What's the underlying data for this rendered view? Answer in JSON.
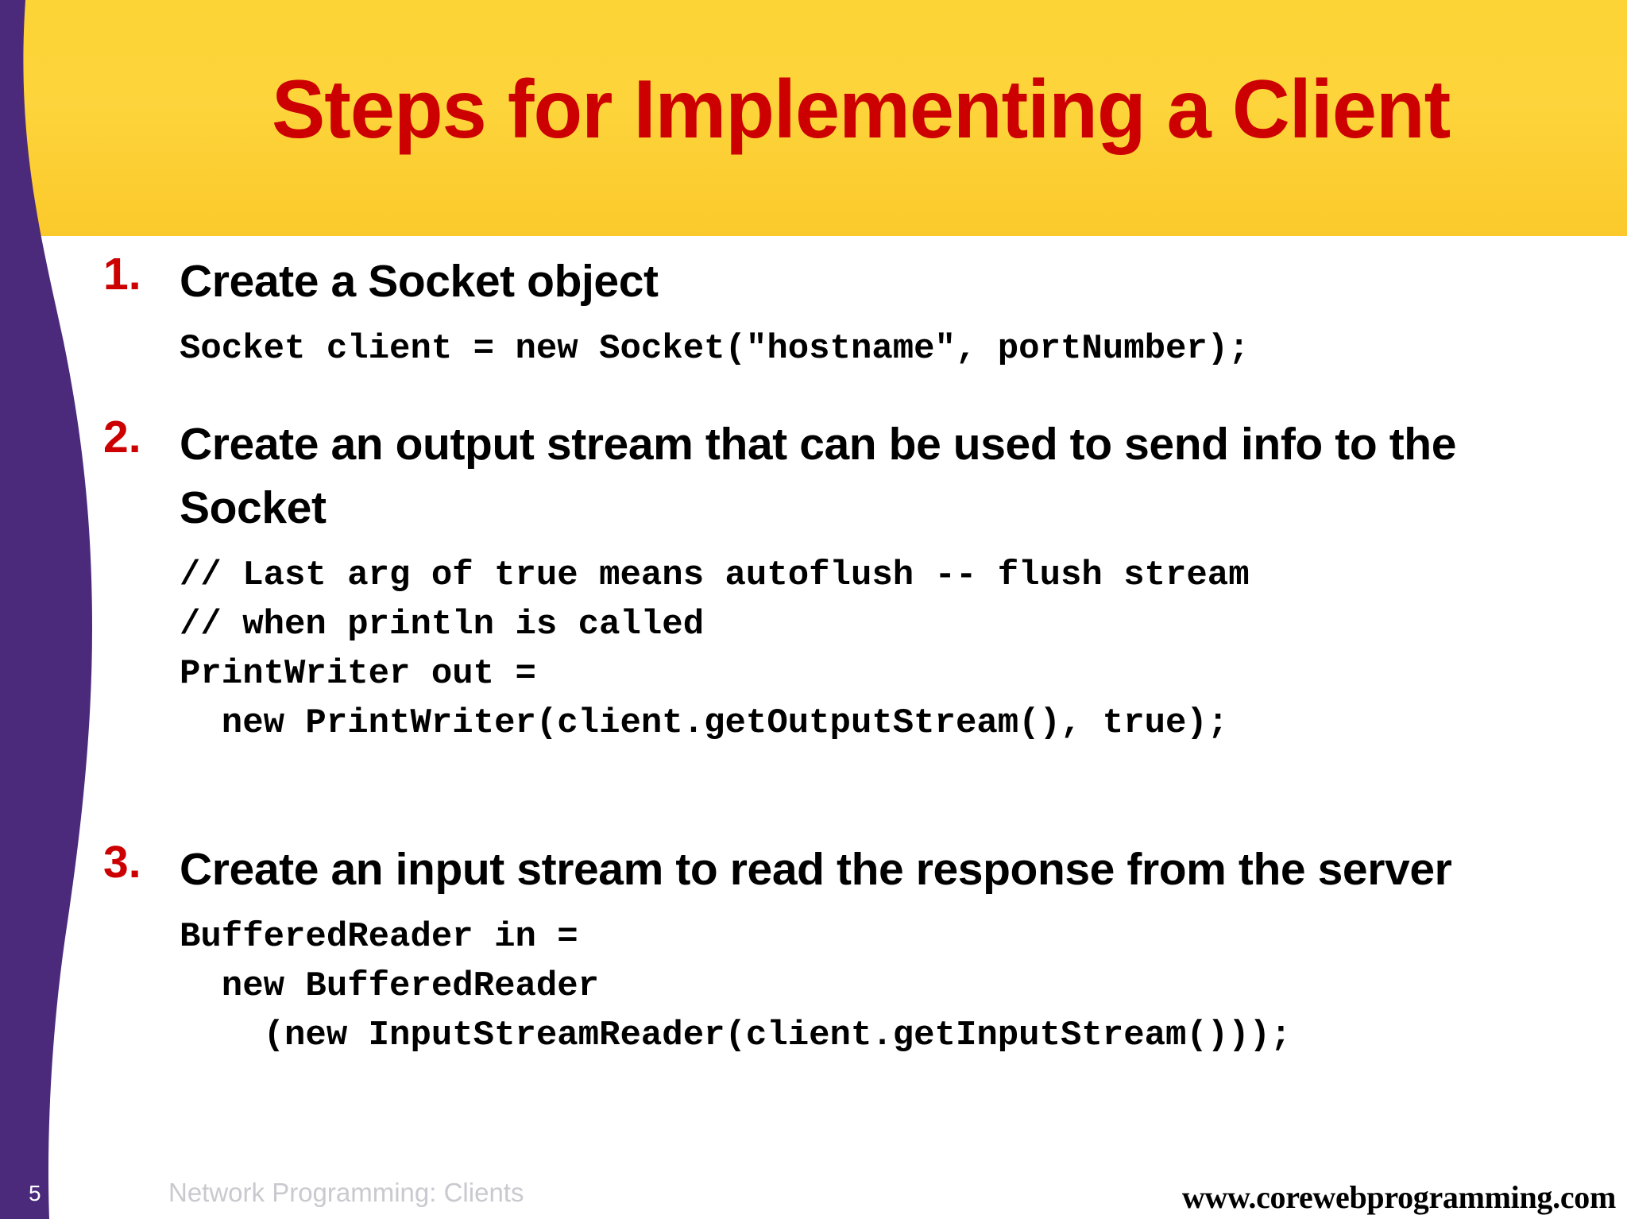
{
  "slide": {
    "title": "Steps for Implementing a Client",
    "colors": {
      "title_band": "#fcd436",
      "title_text": "#cc0000",
      "accent_purple": "#4b2a7b",
      "number_red": "#cc0000",
      "body_text": "#000000",
      "footer_subtitle": "#c9c9cf",
      "background": "#ffffff"
    },
    "steps": [
      {
        "number": "1.",
        "title": "Create a Socket object",
        "code": "Socket client = new Socket(\"hostname\", portNumber);"
      },
      {
        "number": "2.",
        "title": "Create an output stream that can be used to send info to the Socket",
        "code": "// Last arg of true means autoflush -- flush stream\n// when println is called\nPrintWriter out =\n  new PrintWriter(client.getOutputStream(), true);"
      },
      {
        "number": "3.",
        "title": "Create an input stream to read the response from the server",
        "code": "BufferedReader in =\n  new BufferedReader\n    (new InputStreamReader(client.getInputStream()));"
      }
    ],
    "footer": {
      "page_number": "5",
      "subtitle": "Network Programming: Clients",
      "url": "www.corewebprogramming.com"
    }
  }
}
